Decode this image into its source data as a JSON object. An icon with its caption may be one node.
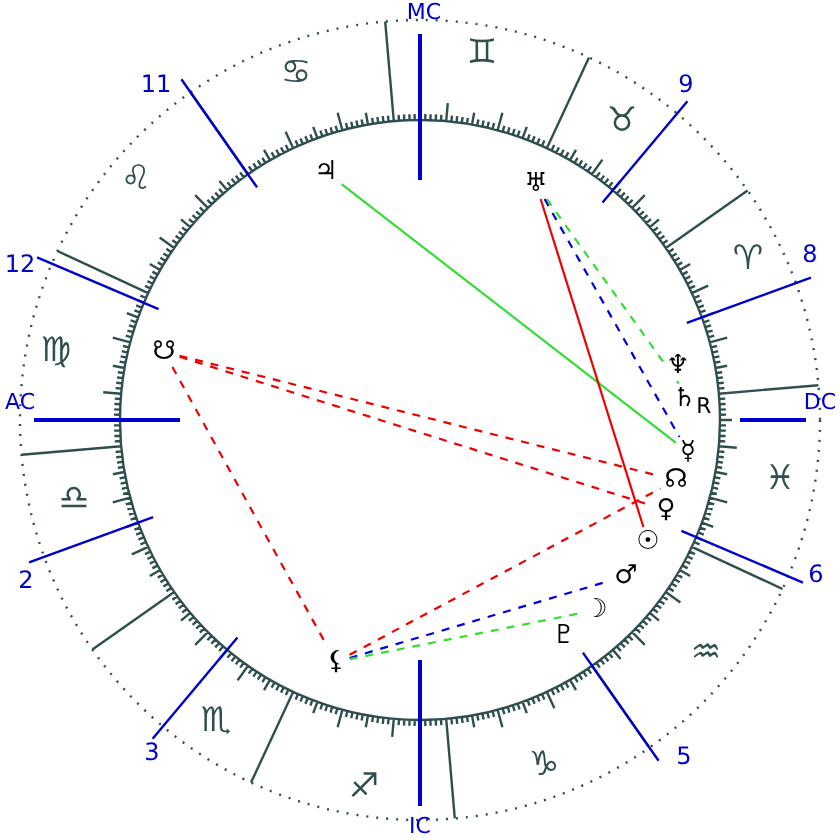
{
  "diagram": {
    "nodes": [
      {
        "text": [
          "♃"
        ]
      },
      {
        "text": [
          "♅"
        ]
      },
      {
        "text": [
          "♆"
        ]
      },
      {
        "text": [
          "♄$_{R}$"
        ]
      },
      {
        "text": [
          "☋"
        ]
      },
      {
        "text": [
          "☿"
        ]
      },
      {
        "text": [
          "☊"
        ]
      },
      {
        "text": [
          "♀"
        ]
      },
      {
        "text": [
          "☉"
        ]
      },
      {
        "text": [
          "♂"
        ]
      },
      {
        "text": [
          "☽"
        ]
      },
      {
        "text": [
          "♇"
        ]
      },
      {
        "text": [
          "⚸"
        ]
      }
    ],
    "edges": [
      {
        "from": 0,
        "to": 5,
        "arrow": "none",
        "color": "#33dd33"
      },
      {
        "from": 1,
        "to": 8,
        "arrow": "none"
      },
      {
        "from": 1,
        "to": 3,
        "arrow": "none",
        "style": "dashed",
        "color": "#33dd33"
      },
      {
        "from": 1,
        "to": 5,
        "arrow": "none",
        "style": "dashed",
        "color": "#0000dd"
      },
      {
        "from": 4,
        "to": 6,
        "arrow": "none",
        "style": "dashed"
      },
      {
        "from": 4,
        "to": 7,
        "arrow": "none",
        "style": "dashed"
      },
      {
        "from": 4,
        "to": 12,
        "arrow": "none",
        "style": "dashed"
      },
      {
        "from": 12,
        "to": 6,
        "arrow": "none",
        "style": "dashed"
      },
      {
        "from": 12,
        "to": 9,
        "arrow": "none",
        "style": "dashed",
        "color": "#0000dd"
      },
      {
        "from": 12,
        "to": 10,
        "arrow": "none",
        "style": "dashed",
        "color": "#33dd33"
      }
    ],
    "labels": [
      "MC",
      "♊",
      "♋",
      "11",
      "9",
      "♉",
      "♌",
      "12",
      "8",
      "♈",
      "♍",
      "AC",
      "DC",
      "♓",
      "2",
      "6",
      "♎",
      "♒",
      "♏",
      "3",
      "5",
      "♑",
      "♐",
      "IC"
    ]
  }
}
